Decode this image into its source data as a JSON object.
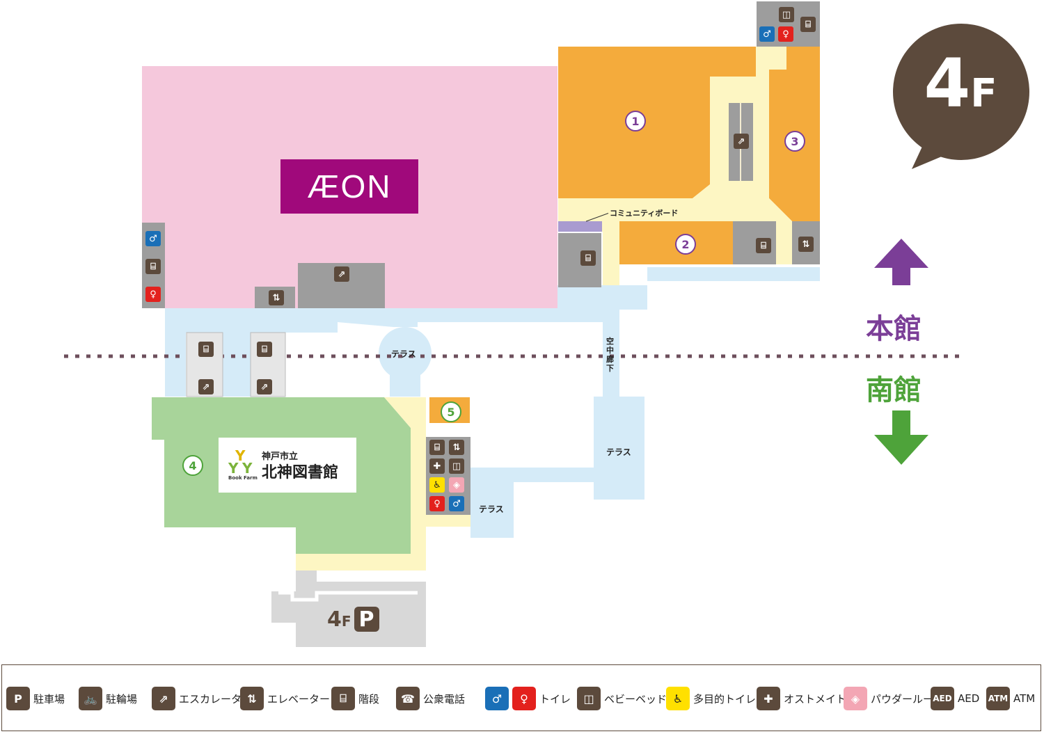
{
  "floor": {
    "number": "4",
    "suffix": "F"
  },
  "stores": {
    "aeon": "ÆON",
    "library_name_small": "神戸市立",
    "library_name_large": "北神図書館",
    "book_farm": "Book Farm",
    "yy": "Y",
    "community_board": "コミュニティボード"
  },
  "store_numbers": [
    "1",
    "2",
    "3",
    "4",
    "5"
  ],
  "areas": {
    "terrace": "テラス",
    "skywalk": "空中廊下",
    "parking_floor": "4",
    "parking_floor_suffix": "F",
    "parking_letter": "P"
  },
  "buildings": {
    "main": "本館",
    "south": "南館",
    "main_color": "#7b3e97",
    "south_color": "#4ea33a"
  },
  "colors": {
    "aeon_area": "#f5c8dc",
    "aeon_logo": "#a0097b",
    "store_orange": "#f4ab3c",
    "library_green": "#a8d49a",
    "corridor_yellow": "#fdf6c3",
    "walkway_blue": "#d5ebf8",
    "service_gray": "#9d9d9d",
    "brown_badge": "#5c4a3c"
  },
  "legend": [
    {
      "icon": "parking-icon",
      "symbol": "P",
      "label": "駐車場"
    },
    {
      "icon": "bicycle-icon",
      "symbol": "🚲",
      "label": "駐輪場"
    },
    {
      "icon": "escalator-icon",
      "symbol": "⇗",
      "label": "エスカレーター"
    },
    {
      "icon": "elevator-icon",
      "symbol": "⇅",
      "label": "エレベーター"
    },
    {
      "icon": "stairs-icon",
      "symbol": "⌸",
      "label": "階段"
    },
    {
      "icon": "phone-icon",
      "symbol": "☎",
      "label": "公衆電話"
    },
    {
      "icon": "toilet-icon",
      "symbol": "♂♀",
      "label": "トイレ"
    },
    {
      "icon": "baby-bed-icon",
      "symbol": "◫",
      "label": "ベビーベッド"
    },
    {
      "icon": "accessible-toilet-icon",
      "symbol": "♿",
      "label": "多目的トイレ"
    },
    {
      "icon": "ostomate-icon",
      "symbol": "✚",
      "label": "オストメイト"
    },
    {
      "icon": "powder-room-icon",
      "symbol": "◈",
      "label": "パウダールーム"
    },
    {
      "icon": "aed-icon",
      "symbol": "AED",
      "label": "AED"
    },
    {
      "icon": "atm-icon",
      "symbol": "ATM",
      "label": "ATM"
    }
  ]
}
